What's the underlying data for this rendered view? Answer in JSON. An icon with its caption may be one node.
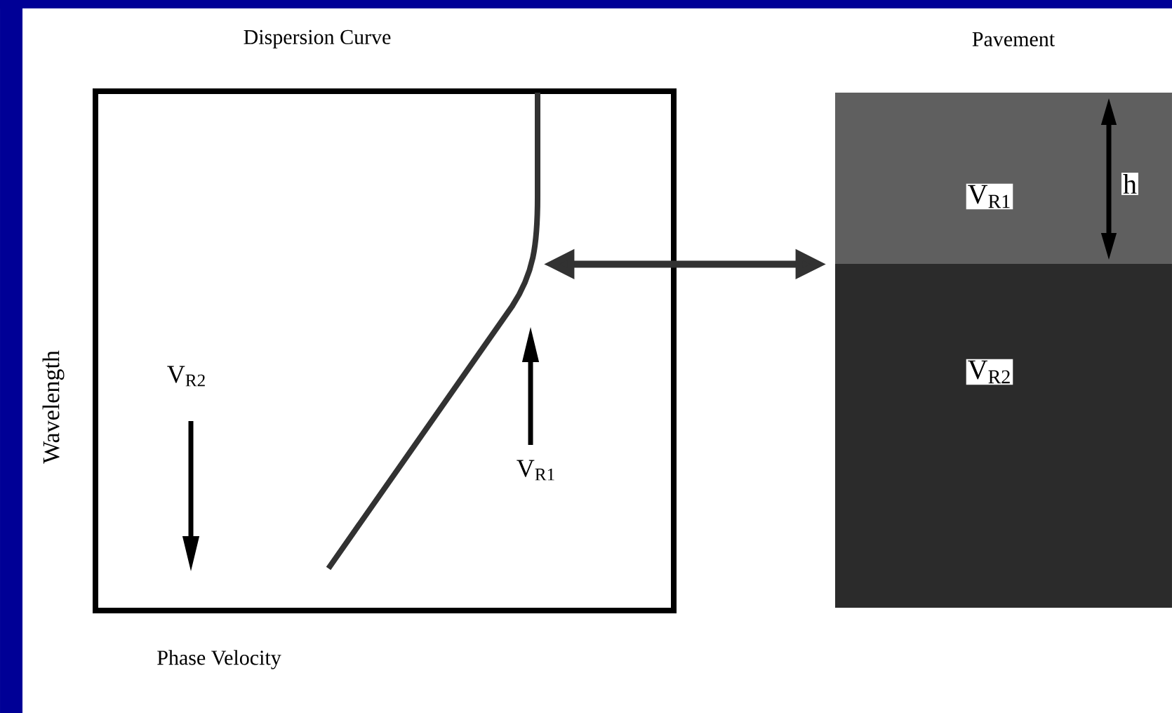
{
  "diagram": {
    "nodes": [
      {
        "text": [],
        "shape": "box"
      },
      {
        "text": [],
        "shape": "curve",
        "in": 0
      },
      {
        "text": [
          "V$_{R1}$"
        ]
      },
      {
        "text": [
          "V$_{R2}$"
        ]
      }
    ],
    "edges": [
      {
        "from": 1,
        "to": 2,
        "arrow": "both"
      }
    ],
    "labels": [
      "Dispersion Curve",
      "Pavement",
      "V$_{R2}$",
      "V$_{R1}$",
      "h",
      "Wavelength",
      "Phase Velocity"
    ]
  }
}
